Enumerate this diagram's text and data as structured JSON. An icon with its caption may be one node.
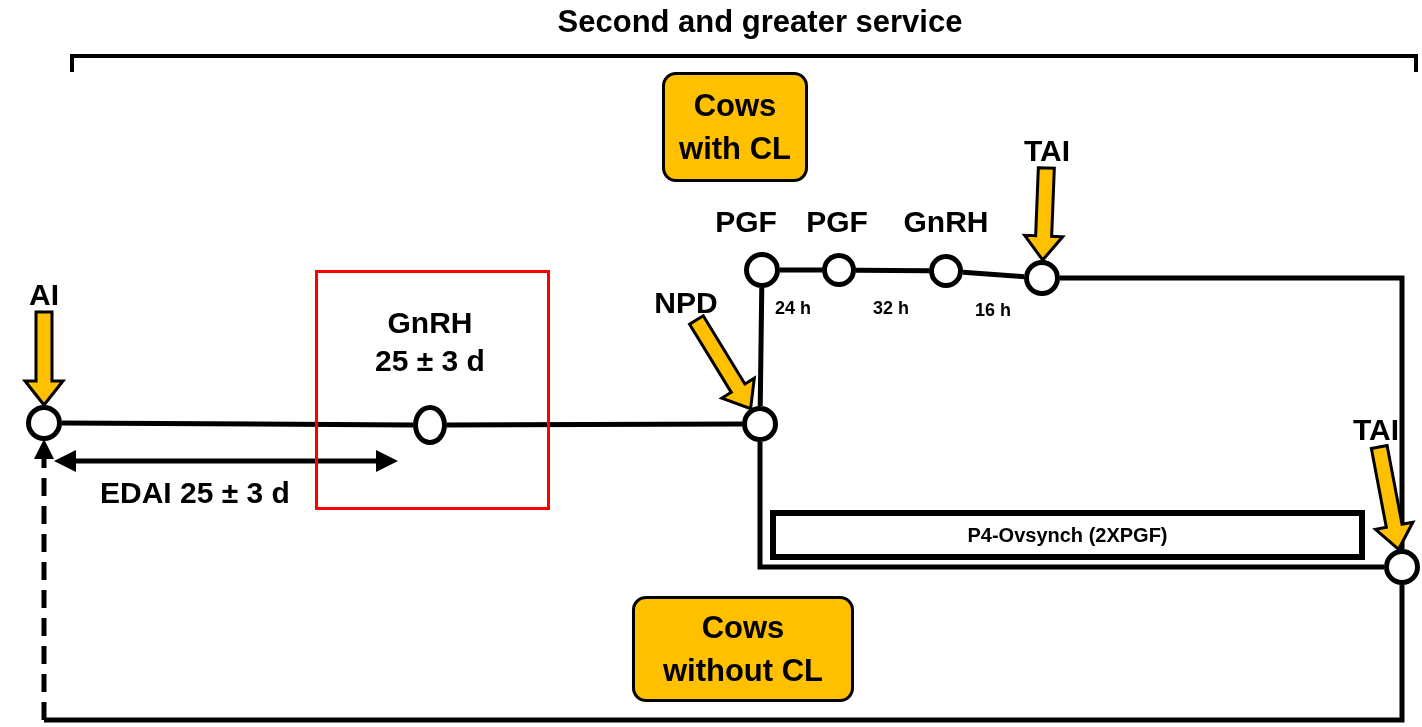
{
  "diagram": {
    "title": "Second and greater service",
    "nodes": [
      {
        "text": [
          "Cows with CL"
        ]
      },
      {
        "text": [
          "AI"
        ]
      },
      {
        "text": [],
        "shape": "circle"
      },
      {
        "text": [],
        "shape": "box"
      },
      {
        "text": [],
        "shape": "circle",
        "in": 3,
        "beside": [
          "GnRH",
          "25 ± 3 d"
        ]
      },
      {
        "text": [
          "NPD"
        ]
      },
      {
        "text": [],
        "shape": "circle"
      },
      {
        "text": [],
        "shape": "circle",
        "beside": [
          "PGF"
        ]
      },
      {
        "text": [],
        "shape": "circle",
        "beside": [
          "PGF"
        ]
      },
      {
        "text": [],
        "shape": "circle",
        "beside": [
          "GnRH"
        ]
      },
      {
        "text": [
          "TAI"
        ]
      },
      {
        "text": [],
        "shape": "circle"
      },
      {
        "text": [
          "P4-Ovsynch (2XPGF)"
        ]
      },
      {
        "text": [
          "TAI"
        ]
      },
      {
        "text": [],
        "shape": "circle"
      },
      {
        "text": [
          "Cows without CL"
        ]
      }
    ],
    "edges": [
      {
        "from": 1,
        "to": 2,
        "arrow": "to",
        "style": "thick",
        "color": "#ffc000"
      },
      {
        "from": 2,
        "to": 4,
        "arrow": "none"
      },
      {
        "from": 4,
        "to": 6,
        "arrow": "none"
      },
      {
        "from": 5,
        "to": 6,
        "arrow": "to",
        "style": "thick",
        "color": "#ffc000"
      },
      {
        "from": 6,
        "to": 7,
        "arrow": "none"
      },
      {
        "from": 7,
        "to": 8,
        "arrow": "none",
        "label": "24 h"
      },
      {
        "from": 8,
        "to": 9,
        "arrow": "none",
        "label": "32 h"
      },
      {
        "from": 9,
        "to": 11,
        "arrow": "none",
        "label": "16 h"
      },
      {
        "from": 10,
        "to": 11,
        "arrow": "to",
        "style": "thick",
        "color": "#ffc000"
      },
      {
        "from": 11,
        "to": 14,
        "arrow": "none"
      },
      {
        "from": 6,
        "to": 14,
        "arrow": "none"
      },
      {
        "from": 13,
        "to": 14,
        "arrow": "to",
        "style": "thick",
        "color": "#ffc000"
      },
      {
        "from": 14,
        "to": 2,
        "arrow": "to",
        "style": "dashed"
      }
    ],
    "labels": [
      "EDAI 25 ± 3 d"
    ]
  }
}
